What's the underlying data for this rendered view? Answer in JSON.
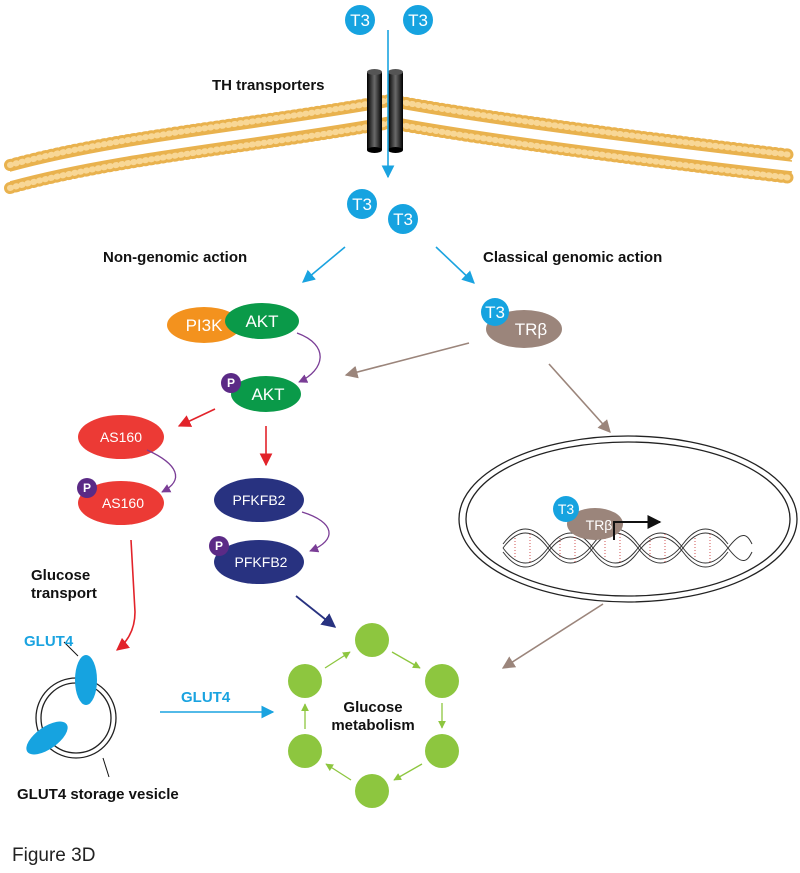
{
  "colors": {
    "t3": "#16a3e0",
    "membrane": "#e9b24e",
    "transporter": "#1a1a1a",
    "pi3k": "#f3921e",
    "akt": "#0a9a49",
    "red_node": "#ec3a35",
    "pfkfb2": "#283280",
    "trb": "#9b857b",
    "phospho": "#5b2a86",
    "glucose_node": "#8dc63f",
    "red_arrow": "#e2232a",
    "purple_arrow": "#7a3d96",
    "navy_arrow": "#283280",
    "gray_arrow": "#9b857b",
    "blue_arrow": "#1aa3e0",
    "green_arrow": "#8dc63f"
  },
  "labels": {
    "t3": "T3",
    "th_transporters": "TH transporters",
    "non_genomic": "Non-genomic action",
    "classical_genomic": "Classical genomic action",
    "pi3k": "PI3K",
    "akt": "AKT",
    "p": "P",
    "as160": "AS160",
    "pfkfb2": "PFKFB2",
    "trb": "TRβ",
    "glucose_transport_1": "Glucose",
    "glucose_transport_2": "transport",
    "glut4": "GLUT4",
    "glut4_vesicle": "GLUT4 storage vesicle",
    "glucose_metabolism_1": "Glucose",
    "glucose_metabolism_2": "metabolism"
  },
  "caption": "Figure 3D"
}
